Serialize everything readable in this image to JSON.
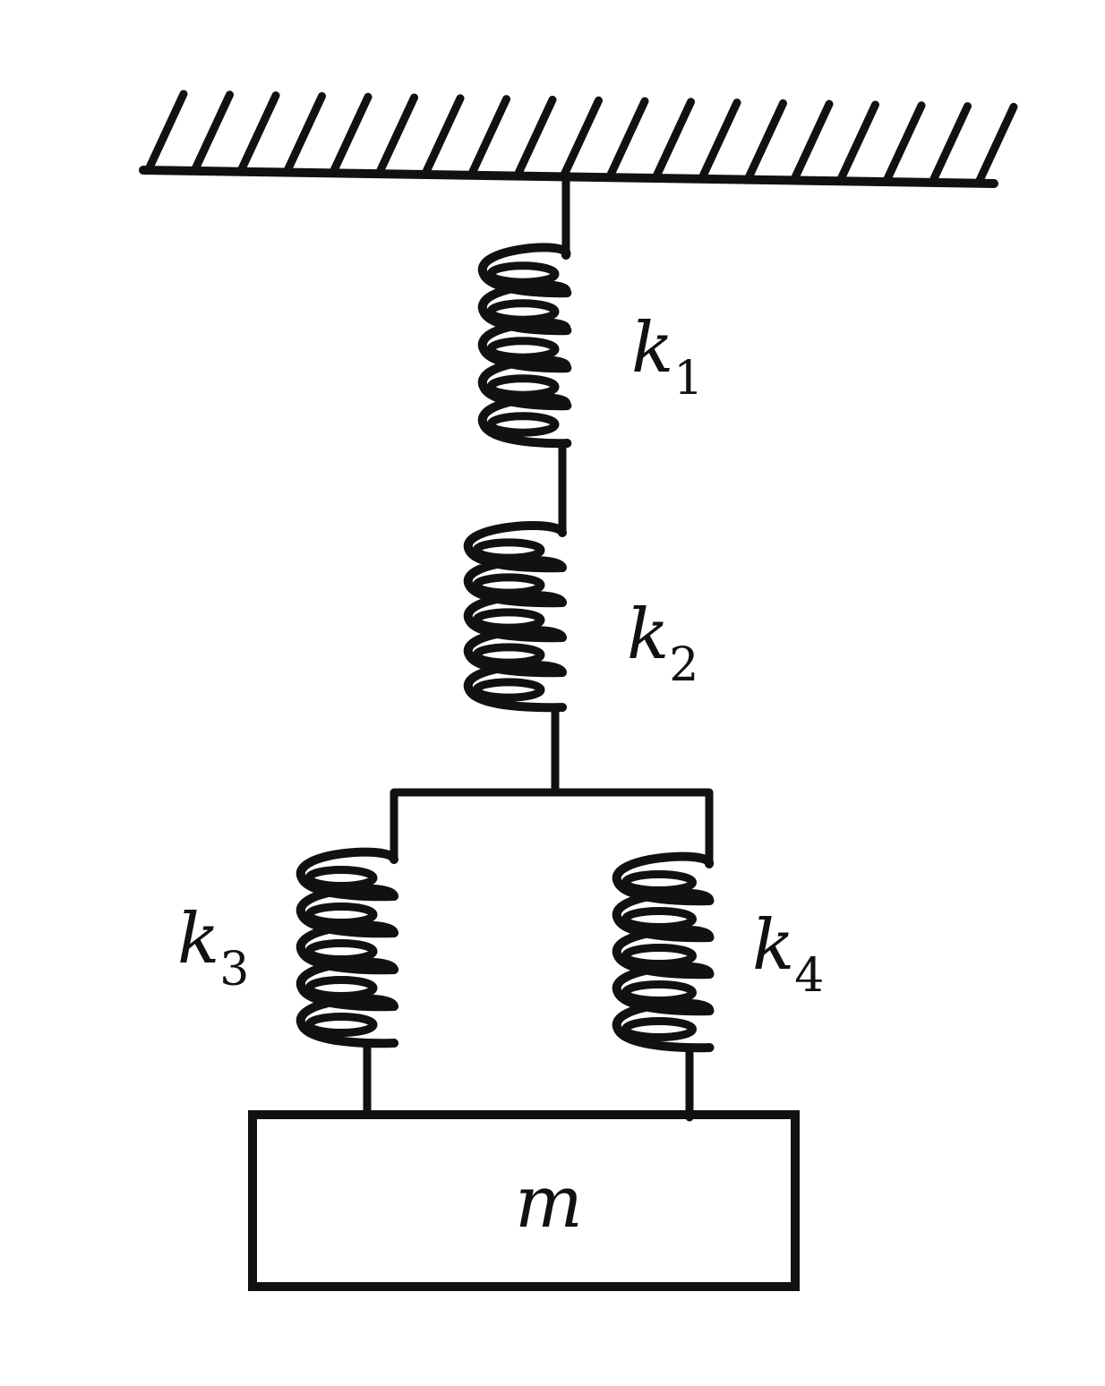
{
  "diagram": {
    "springs": [
      {
        "id": "k1",
        "label": "k",
        "subscript": "1"
      },
      {
        "id": "k2",
        "label": "k",
        "subscript": "2"
      },
      {
        "id": "k3",
        "label": "k",
        "subscript": "3"
      },
      {
        "id": "k4",
        "label": "k",
        "subscript": "4"
      }
    ],
    "mass": {
      "label": "m"
    },
    "colors": {
      "ink": "#111111",
      "background": "#ffffff"
    }
  }
}
